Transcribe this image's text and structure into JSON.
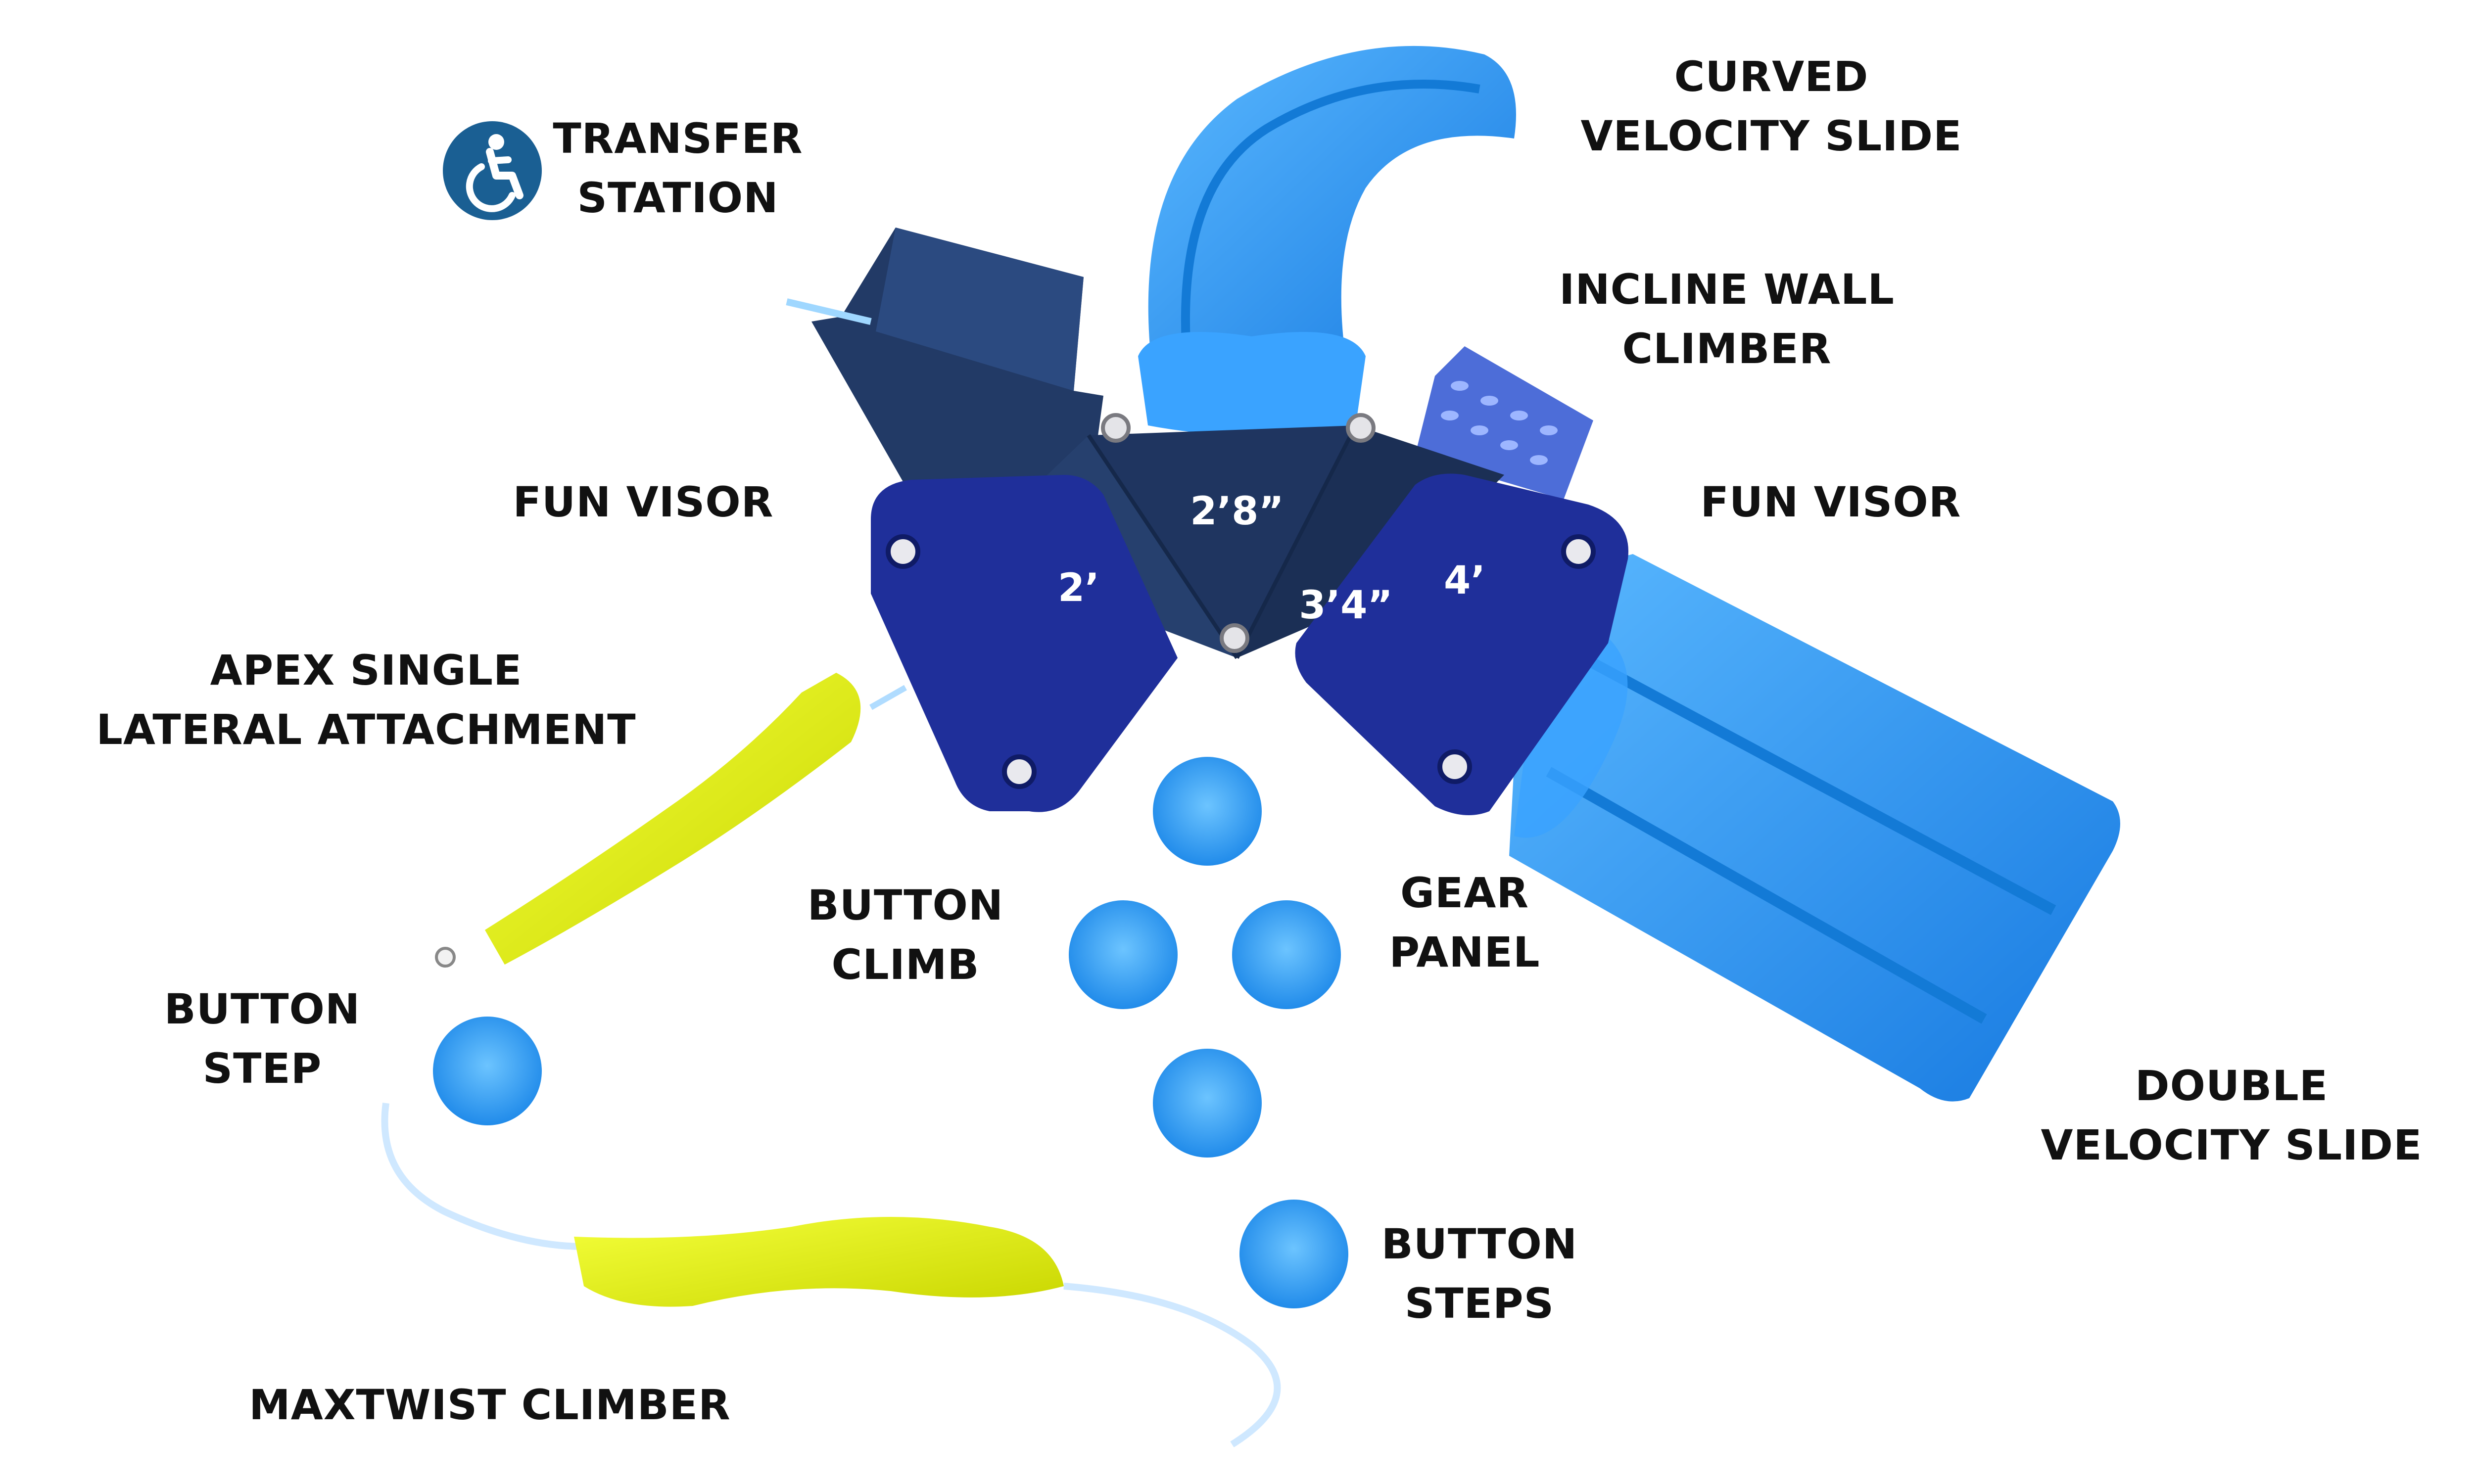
{
  "colors": {
    "deck_dark": "#1f3560",
    "panel_navy": "#1f2f9a",
    "slide_blue": "#1e90ff",
    "slide_light": "#4fb0ff",
    "climber_yellow": "#e6f000",
    "accessibility_badge": "#1a5f93",
    "label_text": "#111111"
  },
  "icons": {
    "accessibility": "wheelchair-accessibility-icon"
  },
  "labels": {
    "transfer_station": [
      "TRANSFER",
      "STATION"
    ],
    "curved_velocity_slide": [
      "CURVED",
      "VELOCITY SLIDE"
    ],
    "incline_wall_climber": [
      "INCLINE WALL",
      "CLIMBER"
    ],
    "fun_visor_left": [
      "FUN VISOR"
    ],
    "fun_visor_right": [
      "FUN VISOR"
    ],
    "apex_single_lateral_attachment": [
      "APEX SINGLE",
      "LATERAL ATTACHMENT"
    ],
    "button_climb": [
      "BUTTON",
      "CLIMB"
    ],
    "gear_panel": [
      "GEAR",
      "PANEL"
    ],
    "button_step": [
      "BUTTON",
      "STEP"
    ],
    "double_velocity_slide": [
      "DOUBLE",
      "VELOCITY SLIDE"
    ],
    "button_steps": [
      "BUTTON",
      "STEPS"
    ],
    "maxtwist_climber": [
      "MAXTWIST CLIMBER"
    ]
  },
  "deck_heights": {
    "left": "2’",
    "center": "2’8”",
    "middle": "3’4”",
    "right": "4’"
  }
}
